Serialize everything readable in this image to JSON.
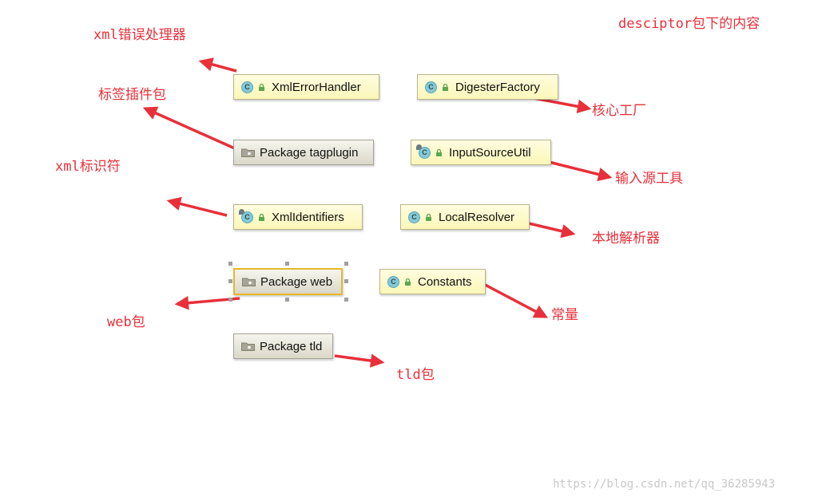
{
  "annotations": {
    "top_right": "desciptor包下的内容",
    "xml_error_handler": "xml错误处理器",
    "tag_plugin": "标签插件包",
    "xml_identifier": "xml标识符",
    "web_pkg": "web包",
    "tld_pkg": "tld包",
    "core_factory": "核心工厂",
    "input_source_tool": "输入源工具",
    "local_resolver": "本地解析器",
    "constants": "常量"
  },
  "nodes": {
    "xml_error_handler": {
      "label": "XmlErrorHandler",
      "kind": "class"
    },
    "digester_factory": {
      "label": "DigesterFactory",
      "kind": "class"
    },
    "package_tagplugin": {
      "label": "Package tagplugin",
      "kind": "package"
    },
    "input_source_util": {
      "label": "InputSourceUtil",
      "kind": "class"
    },
    "xml_identifiers": {
      "label": "XmlIdentifiers",
      "kind": "class"
    },
    "local_resolver": {
      "label": "LocalResolver",
      "kind": "class"
    },
    "package_web": {
      "label": "Package web",
      "kind": "package"
    },
    "constants": {
      "label": "Constants",
      "kind": "class"
    },
    "package_tld": {
      "label": "Package tld",
      "kind": "package"
    }
  },
  "icons": {
    "class_glyph": "C",
    "class_icon": "class-icon",
    "lock_icon": "lock-icon",
    "package_icon": "package-icon"
  },
  "colors": {
    "annotation": "#e8303a",
    "class_fill": "#fcf8bd",
    "package_fill": "#e4e3d6",
    "selection": "#e4b828"
  },
  "watermark": "https://blog.csdn.net/qq_36285943"
}
